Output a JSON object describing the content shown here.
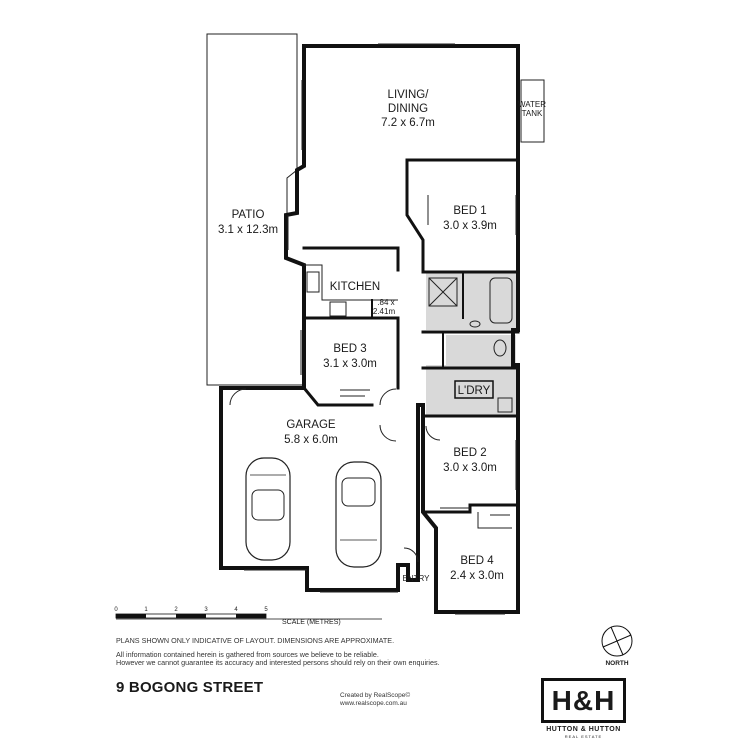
{
  "rooms": {
    "living_name": "LIVING/",
    "living_name2": "DINING",
    "living_dims": "7.2 x 6.7m",
    "water_tank": "WATER",
    "water_tank2": "TANK",
    "patio_name": "PATIO",
    "patio_dims": "3.1 x 12.3m",
    "bed1_name": "BED 1",
    "bed1_dims": "3.0 x 3.9m",
    "kitchen_name": "KITCHEN",
    "kitchen_small": ".84 x",
    "kitchen_small2": "2.41m",
    "bed3_name": "BED 3",
    "bed3_dims": "3.1 x 3.0m",
    "ldry_name": "L'DRY",
    "garage_name": "GARAGE",
    "garage_dims": "5.8 x 6.0m",
    "bed2_name": "BED 2",
    "bed2_dims": "3.0 x 3.0m",
    "bed4_name": "BED 4",
    "bed4_dims": "2.4 x 3.0m",
    "entry_name": "ENTRY"
  },
  "scale": {
    "ticks": [
      "0",
      "1",
      "2",
      "3",
      "4",
      "5"
    ],
    "label": "SCALE (METRES)"
  },
  "disclaimer": {
    "line1": "PLANS SHOWN ONLY INDICATIVE OF LAYOUT.  DIMENSIONS ARE APPROXIMATE.",
    "line2": "All information contained herein is gathered from sources we believe to be reliable.",
    "line3": "However we cannot guarantee its accuracy and interested persons should rely on their own enquiries."
  },
  "address": "9 BOGONG STREET",
  "credit": {
    "line1": "Created by RealScope©",
    "line2": "www.realscope.com.au"
  },
  "logo": {
    "mark": "H&H",
    "name": "HUTTON & HUTTON",
    "tagline": "REAL ESTATE"
  },
  "north_label": "NORTH"
}
